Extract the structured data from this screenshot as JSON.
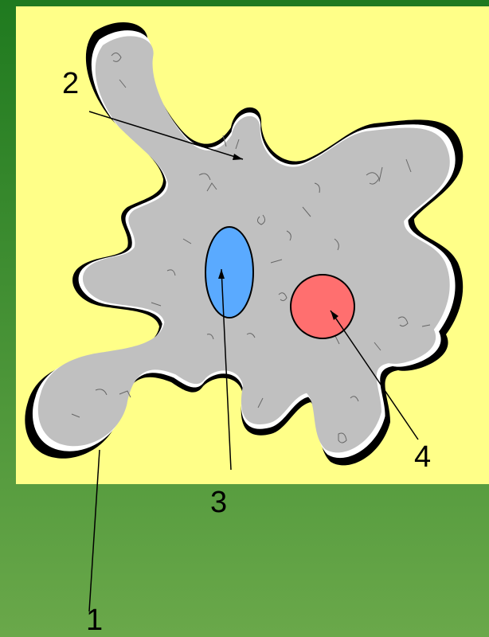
{
  "colors": {
    "background_top": "#1f7a1f",
    "background_bottom": "#6aa84a",
    "panel": "#ffff88",
    "cytoplasm": "#c0c0c0",
    "membrane": "#000000",
    "ectoplasm": "#ffffff",
    "nucleus": "#5aaaff",
    "vacuole": "#ff6f6f"
  },
  "labels": {
    "membrane": "1",
    "ectoplasm": "2",
    "nucleus": "3",
    "vacuole": "4"
  }
}
